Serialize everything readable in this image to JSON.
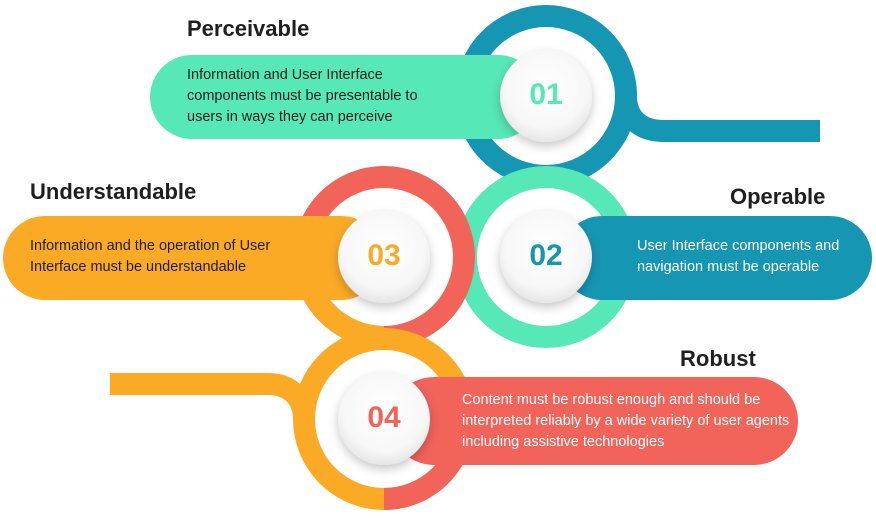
{
  "colors": {
    "perceivable": "#56e8b6",
    "operable": "#1596b3",
    "understandable": "#fbaa25",
    "robust": "#f2635a"
  },
  "items": [
    {
      "number": "01",
      "title": "Perceivable",
      "description": "Information and User Interface components must be presentable to users in ways they can perceive"
    },
    {
      "number": "02",
      "title": "Operable",
      "description": "User Interface components and navigation must be operable"
    },
    {
      "number": "03",
      "title": "Understandable",
      "description": "Information and the operation of User Interface must be understandable"
    },
    {
      "number": "04",
      "title": "Robust",
      "description": "Content must be robust enough and should be interpreted reliably by a wide variety of user agents including assistive technologies"
    }
  ]
}
